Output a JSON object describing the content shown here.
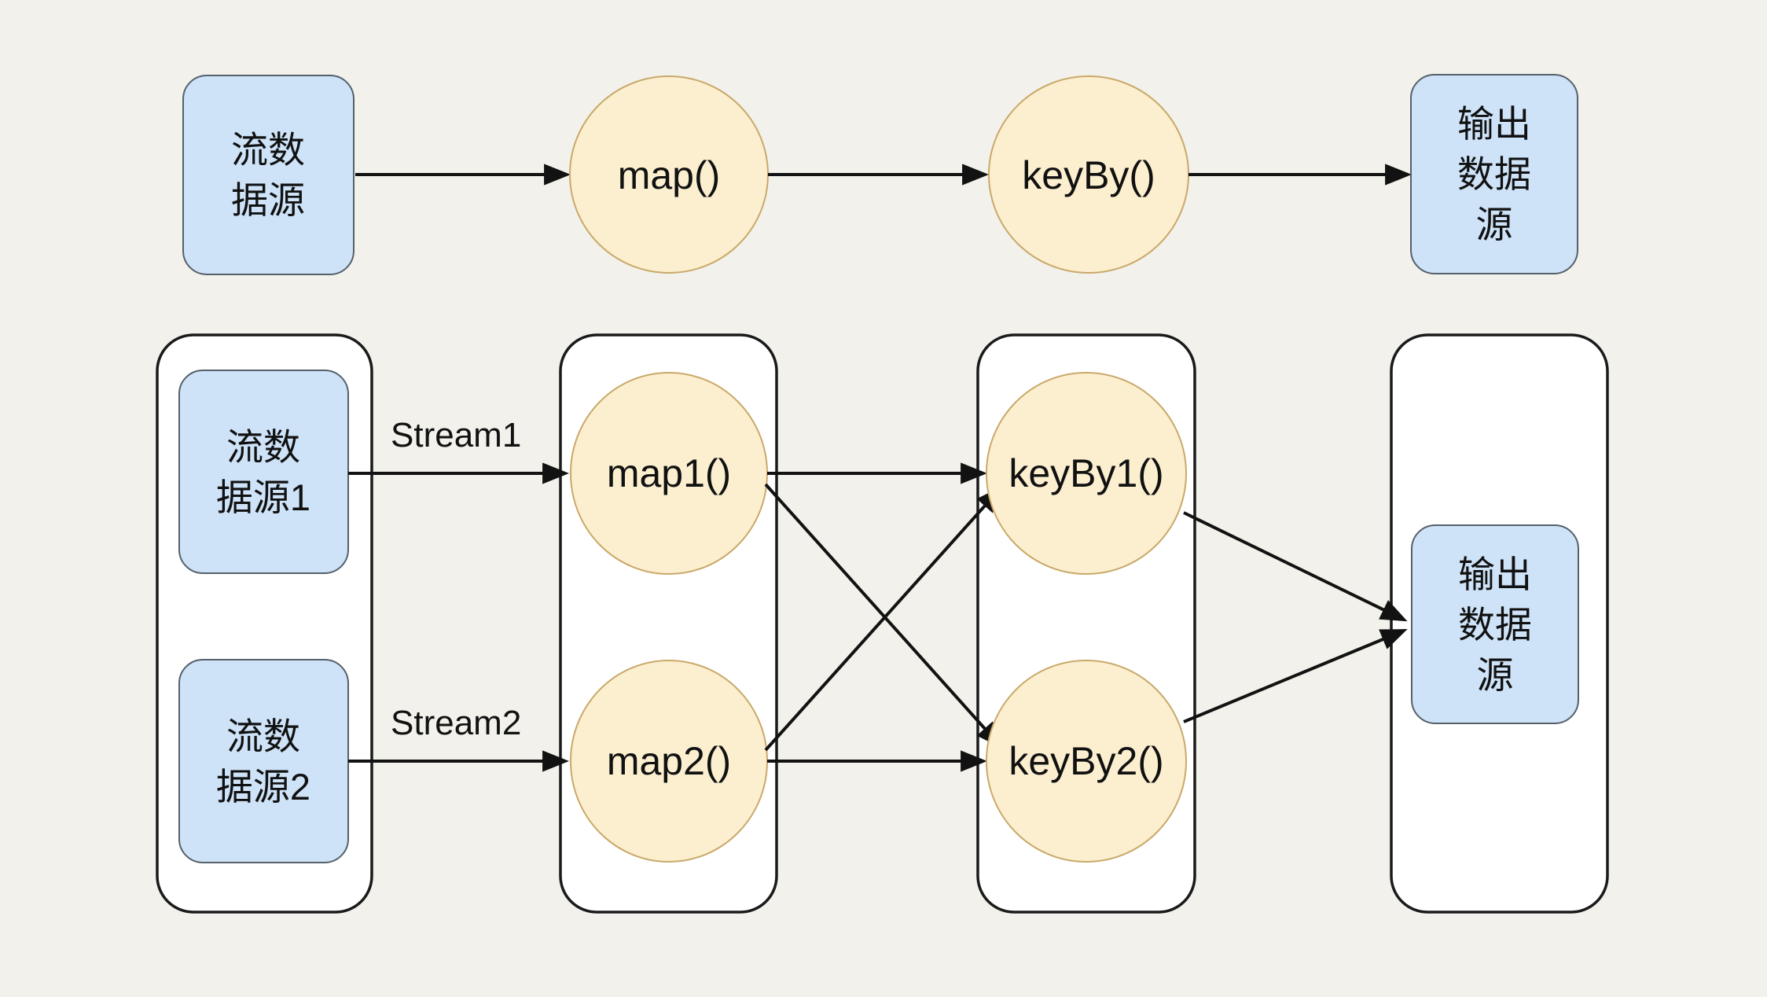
{
  "colors": {
    "bg": "#F2F1EB",
    "panel": "#FFFFFF",
    "panel-border": "#1A1A1A",
    "blue-fill": "#CEE3F8",
    "blue-border": "#55606B",
    "yellow-fill": "#FCEFD0",
    "yellow-border": "#C9A96A",
    "arrow": "#121212",
    "text": "#111111"
  },
  "top_row": {
    "source": {
      "lines": [
        "流数",
        "据源"
      ]
    },
    "map": "map()",
    "keyby": "keyBy()",
    "sink": {
      "lines": [
        "输出",
        "数据",
        "源"
      ]
    }
  },
  "bottom_row": {
    "source1": {
      "lines": [
        "流数",
        "据源1"
      ]
    },
    "source2": {
      "lines": [
        "流数",
        "据源2"
      ]
    },
    "stream1": "Stream1",
    "stream2": "Stream2",
    "map1": "map1()",
    "map2": "map2()",
    "keyby1": "keyBy1()",
    "keyby2": "keyBy2()",
    "sink": {
      "lines": [
        "输出",
        "数据",
        "源"
      ]
    }
  }
}
